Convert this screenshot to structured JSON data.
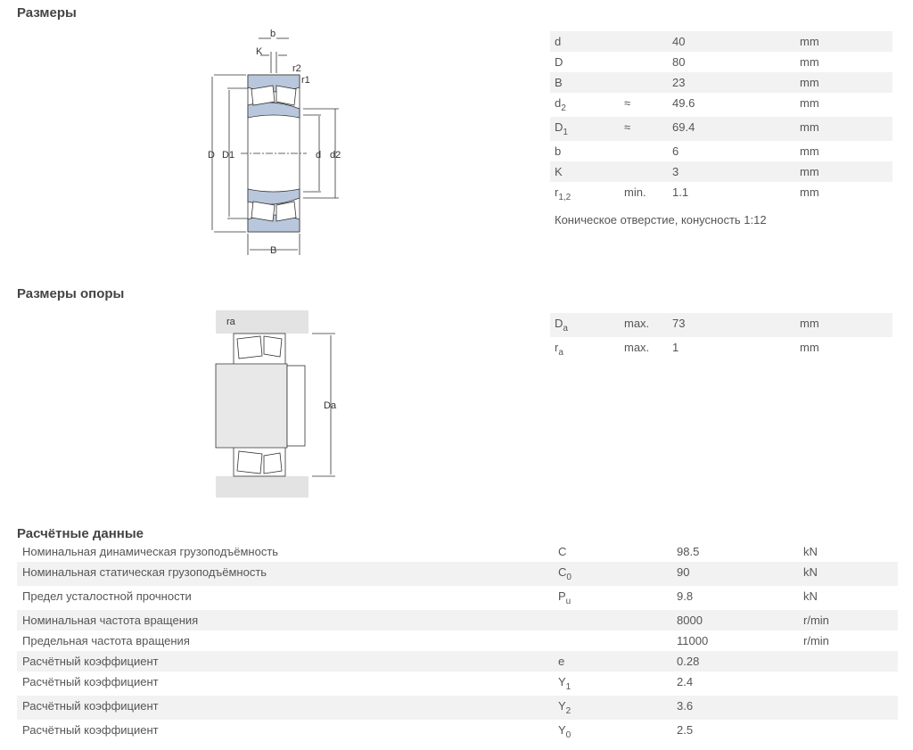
{
  "sections": {
    "dimensions": "Размеры",
    "abutment": "Размеры опоры",
    "calc": "Расчётные данные"
  },
  "dimensions": [
    {
      "sym": "d",
      "sub": "",
      "qual": "",
      "value": "40",
      "unit": "mm"
    },
    {
      "sym": "D",
      "sub": "",
      "qual": "",
      "value": "80",
      "unit": "mm"
    },
    {
      "sym": "B",
      "sub": "",
      "qual": "",
      "value": "23",
      "unit": "mm"
    },
    {
      "sym": "d",
      "sub": "2",
      "qual": "≈",
      "value": "49.6",
      "unit": "mm"
    },
    {
      "sym": "D",
      "sub": "1",
      "qual": "≈",
      "value": "69.4",
      "unit": "mm"
    },
    {
      "sym": "b",
      "sub": "",
      "qual": "",
      "value": "6",
      "unit": "mm"
    },
    {
      "sym": "K",
      "sub": "",
      "qual": "",
      "value": "3",
      "unit": "mm"
    },
    {
      "sym": "r",
      "sub": "1,2",
      "qual": "min.",
      "value": "1.1",
      "unit": "mm"
    }
  ],
  "note": "Коническое отверстие, конусность 1:12",
  "abutment": [
    {
      "sym": "D",
      "sub": "a",
      "qual": "max.",
      "value": "73",
      "unit": "mm"
    },
    {
      "sym": "r",
      "sub": "a",
      "qual": "max.",
      "value": "1",
      "unit": "mm"
    }
  ],
  "calc": [
    {
      "label": "Номинальная динамическая грузоподъёмность",
      "sym": "C",
      "sub": "",
      "value": "98.5",
      "unit": "kN"
    },
    {
      "label": "Номинальная статическая грузоподъёмность",
      "sym": "C",
      "sub": "0",
      "value": "90",
      "unit": "kN"
    },
    {
      "label": "Предел усталостной прочности",
      "sym": "P",
      "sub": "u",
      "value": "9.8",
      "unit": "kN"
    },
    {
      "label": "Номинальная частота вращения",
      "sym": "",
      "sub": "",
      "value": "8000",
      "unit": "r/min"
    },
    {
      "label": "Предельная частота вращения",
      "sym": "",
      "sub": "",
      "value": "11000",
      "unit": "r/min"
    },
    {
      "label": "Расчётный коэффициент",
      "sym": "e",
      "sub": "",
      "value": "0.28",
      "unit": ""
    },
    {
      "label": "Расчётный коэффициент",
      "sym": "Y",
      "sub": "1",
      "value": "2.4",
      "unit": ""
    },
    {
      "label": "Расчётный коэффициент",
      "sym": "Y",
      "sub": "2",
      "value": "3.6",
      "unit": ""
    },
    {
      "label": "Расчётный коэффициент",
      "sym": "Y",
      "sub": "0",
      "value": "2.5",
      "unit": ""
    }
  ],
  "diagram1": {
    "labels": [
      "b",
      "K",
      "r2",
      "r1",
      "D",
      "D1",
      "d",
      "d2",
      "B"
    ]
  },
  "diagram2": {
    "labels": [
      "ra",
      "Da"
    ]
  }
}
